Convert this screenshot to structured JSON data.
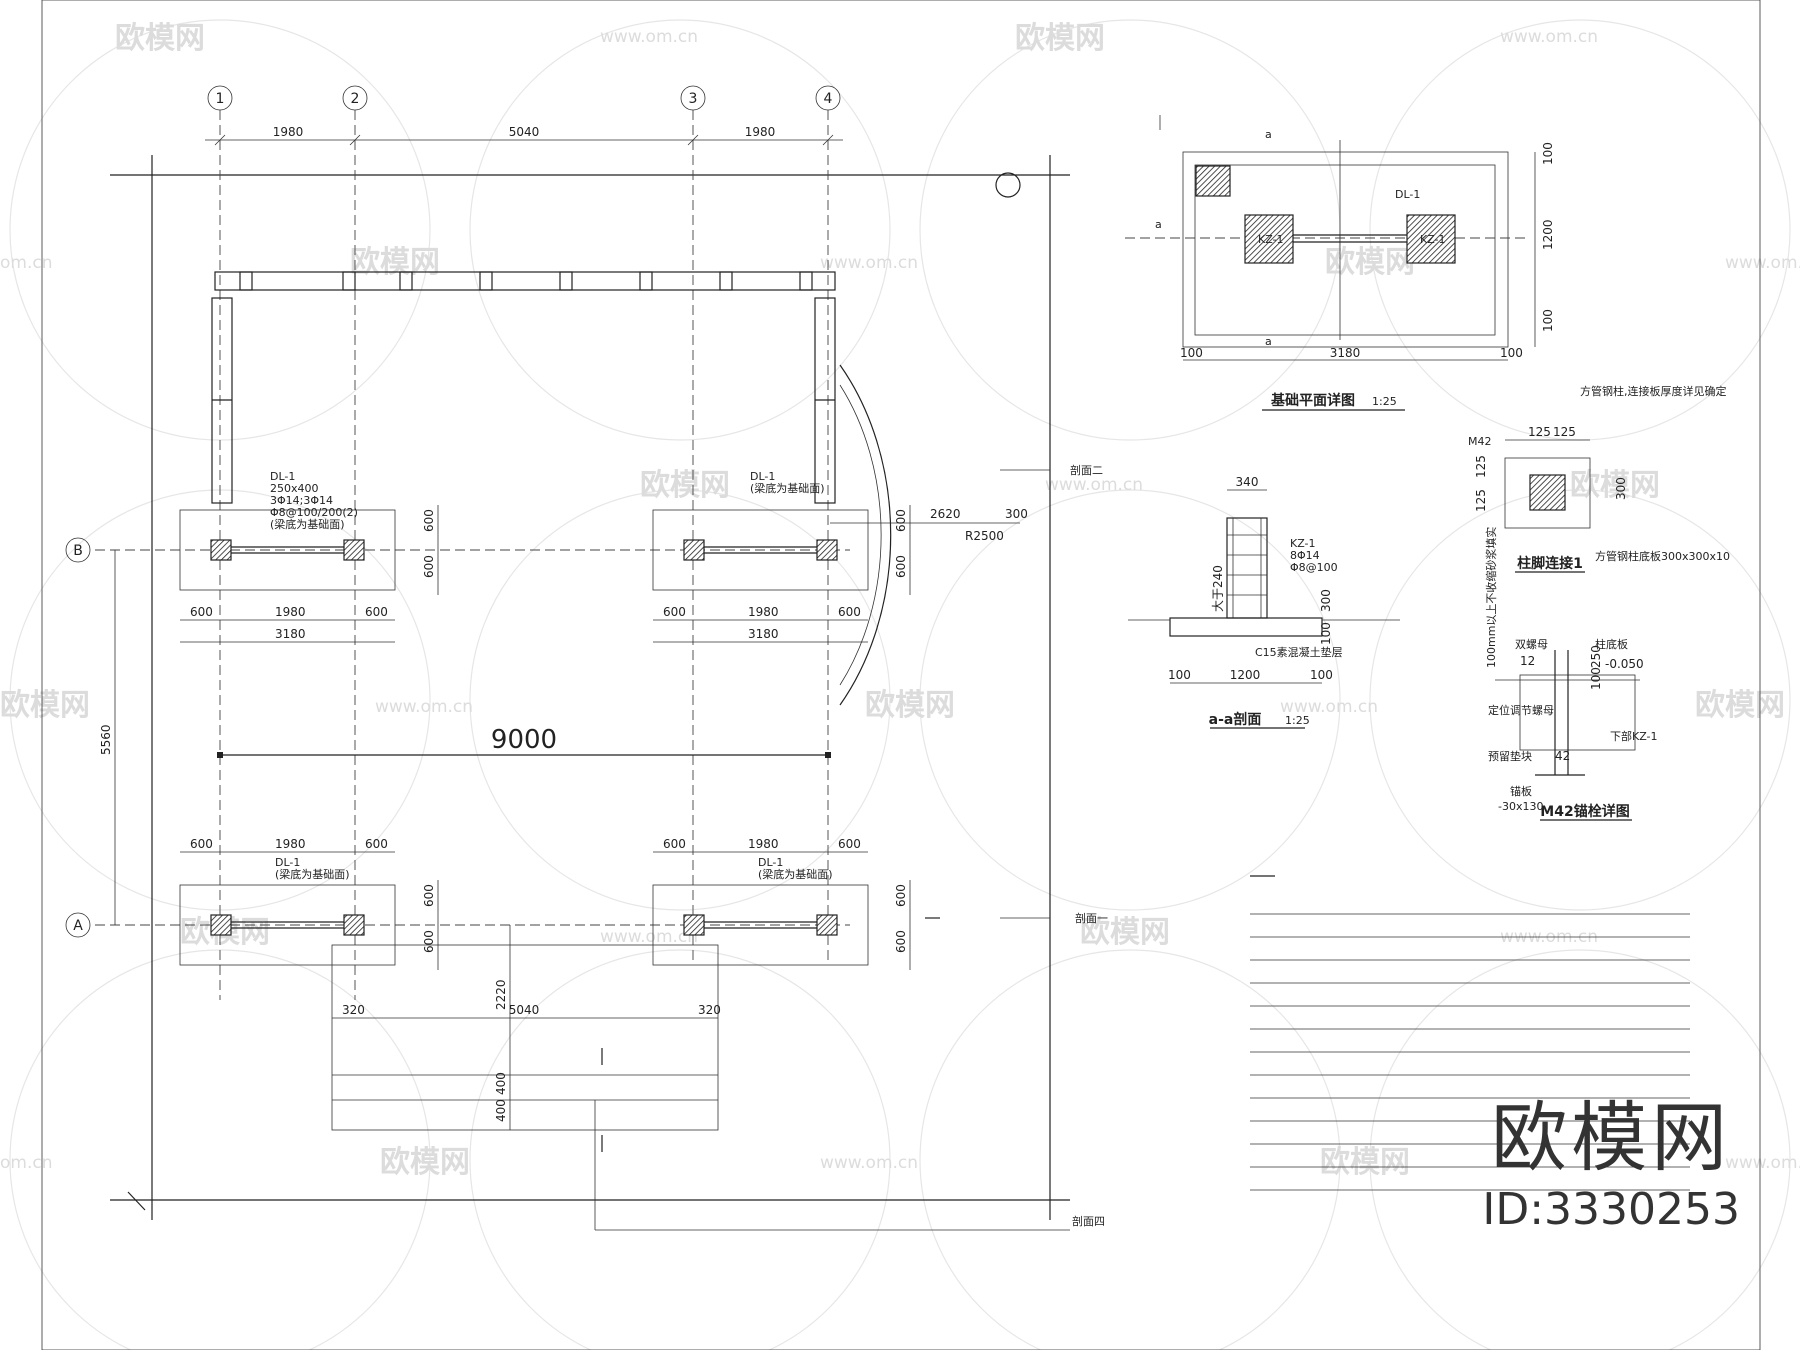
{
  "axes": {
    "a1": "1",
    "a2": "2",
    "a3": "3",
    "a4": "4",
    "rowB": "B",
    "rowA": "A"
  },
  "plan": {
    "top_dims": [
      "1980",
      "5040",
      "1980"
    ],
    "overall": "9000",
    "side_dim": "5560",
    "footing_dims": {
      "e1": "600",
      "mid": "1980",
      "e2": "600",
      "total": "3180"
    },
    "h600": "600",
    "step_dims": {
      "side": "320",
      "mid": "5040",
      "depth": "2220",
      "s1": "400",
      "s2": "400"
    },
    "arc": {
      "r": "R2500",
      "off": "2620",
      "w": "300"
    },
    "dl_b_left": [
      "DL-1",
      "250x400",
      "3Φ14;3Φ14",
      "Φ8@100/200(2)",
      "(梁底为基础面)"
    ],
    "dl_b_right": [
      "DL-1",
      "(梁底为基础面)"
    ],
    "dl_a_left": [
      "DL-1",
      "(梁底为基础面)"
    ],
    "dl_a_right": [
      "DL-1",
      "(梁底为基础面)"
    ],
    "sec2": "剖面二",
    "sec1": "剖面一",
    "sec4": "剖面四"
  },
  "found": {
    "a": "a",
    "dl": "DL-1",
    "kz": "KZ-1",
    "dims": {
      "left": "100",
      "mid": "3180",
      "right": "100",
      "h1": "100",
      "h2": "1200",
      "h3": "100"
    },
    "title": "基础平面详图",
    "scale": "1:25"
  },
  "secaa": {
    "w": "340",
    "kz": [
      "KZ-1",
      "8Φ14",
      "Φ8@100"
    ],
    "big": "大于240",
    "h300": "300",
    "h100": "100",
    "conc": "C15素混凝土垫层",
    "dims": {
      "l": "100",
      "m": "1200",
      "r": "100"
    },
    "title": "a-a剖面",
    "scale": "1:25"
  },
  "colfoot": {
    "m42": "M42",
    "d1": "125",
    "d2": "125",
    "v1": "125",
    "v2": "125",
    "h": "300",
    "note1": "方管钢柱,连接板厚度详见确定",
    "note2": "方管钢柱底板300x300x10",
    "title": "柱脚连接1"
  },
  "anchor": {
    "side": "100mm以上不收缩砂浆填实",
    "nut": "双螺母",
    "plate": "柱底板",
    "elev": "-0.050",
    "n": "12",
    "d1": "250",
    "d2": "100",
    "adj": "定位调节螺母",
    "pre": "预留垫块",
    "bot": "下部KZ-1",
    "v42": "42",
    "base": "锚板",
    "base2": "-30x130",
    "title": "M42锚栓详图"
  },
  "watermark": {
    "brand": "欧模网",
    "url": "www.om.cn",
    "url2": "om.cn"
  },
  "stamp": {
    "brand": "欧模网",
    "id": "ID:3330253"
  }
}
